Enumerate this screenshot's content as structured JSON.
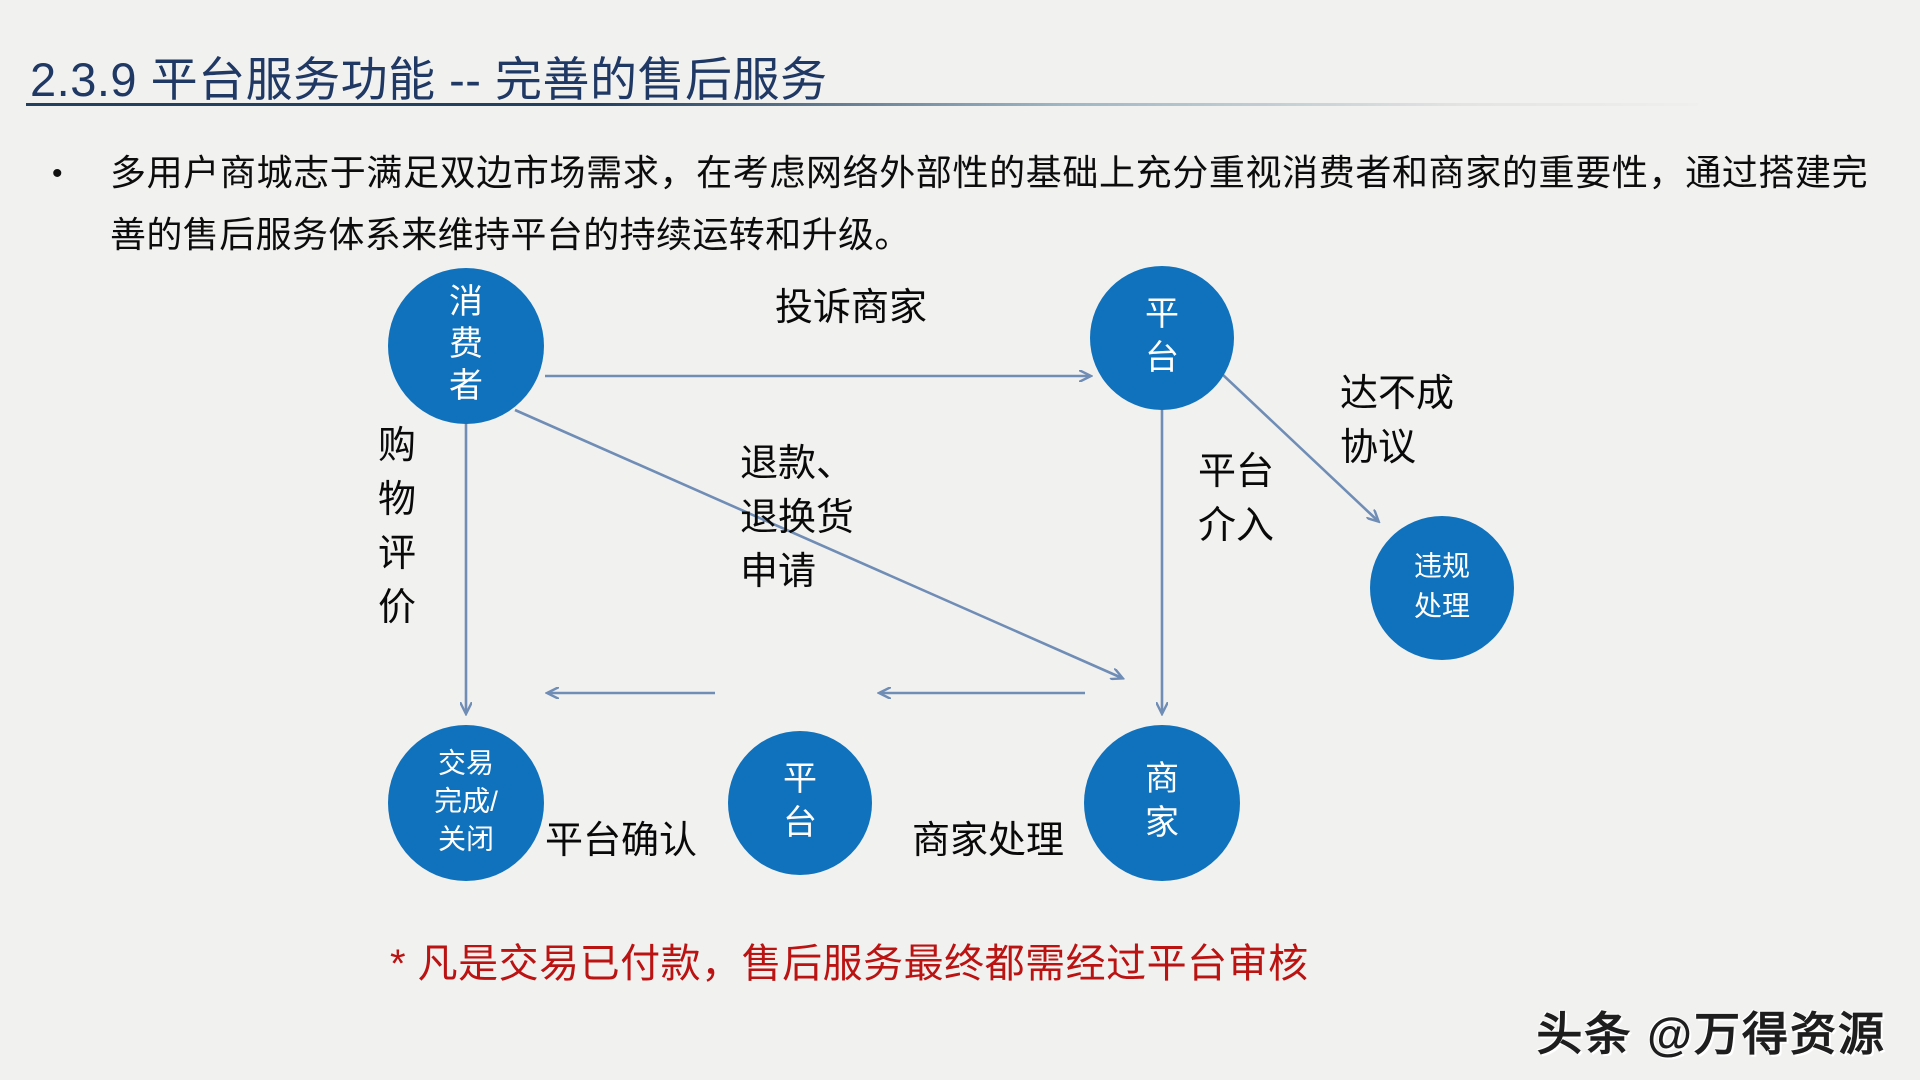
{
  "slide": {
    "title": "2.3.9 平台服务功能 -- 完善的售后服务",
    "title_color": "#1f3864",
    "background_color": "#f1f1f0"
  },
  "bullet": {
    "marker": "•",
    "text": "多用户商城志于满足双边市场需求，在考虑网络外部性的基础上充分重视消费者和商家的重要性，通过搭建完善的售后服务体系来维持平台的持续运转和升级。"
  },
  "diagram": {
    "node_color": "#1072bc",
    "node_label_color": "#ffffff",
    "edge_color": "#6f8db5",
    "nodes": [
      {
        "id": "consumer",
        "label": "消费者",
        "lines": [
          "消",
          "费",
          "者"
        ]
      },
      {
        "id": "platform-top",
        "label": "平台",
        "lines": [
          "平",
          "台"
        ]
      },
      {
        "id": "violation",
        "label": "违规处理",
        "lines": [
          "违规",
          "处理"
        ]
      },
      {
        "id": "transaction-closed",
        "label": "交易完成/关闭",
        "lines": [
          "交易",
          "完成/",
          "关闭"
        ]
      },
      {
        "id": "platform-bottom",
        "label": "平台",
        "lines": [
          "平",
          "台"
        ]
      },
      {
        "id": "merchant",
        "label": "商家",
        "lines": [
          "商",
          "家"
        ]
      }
    ],
    "edges": [
      {
        "id": "complain",
        "label": "投诉商家",
        "from": "consumer",
        "to": "platform-top"
      },
      {
        "id": "shopping-review",
        "label": "购物评价",
        "lines": [
          "购",
          "物",
          "评",
          "价"
        ],
        "from": "consumer",
        "to": "transaction-closed"
      },
      {
        "id": "refund-request",
        "label": "退款、退换货申请",
        "lines": [
          "退款、",
          "退换货",
          "申请"
        ],
        "from": "consumer",
        "to": "merchant"
      },
      {
        "id": "no-agreement",
        "label": "达不成协议",
        "lines": [
          "达不成",
          "协议"
        ],
        "from": "platform-top",
        "to": "violation"
      },
      {
        "id": "platform-intervene",
        "label": "平台介入",
        "lines": [
          "平台",
          "介入"
        ],
        "from": "platform-top",
        "to": "merchant"
      },
      {
        "id": "merchant-handle",
        "label": "商家处理",
        "from": "merchant",
        "to": "platform-bottom"
      },
      {
        "id": "platform-confirm",
        "label": "平台确认",
        "from": "platform-bottom",
        "to": "transaction-closed"
      }
    ]
  },
  "footnote": {
    "text": "* 凡是交易已付款，售后服务最终都需经过平台审核",
    "color": "#bb1212"
  },
  "watermark": {
    "text": "头条 @万得资源"
  }
}
